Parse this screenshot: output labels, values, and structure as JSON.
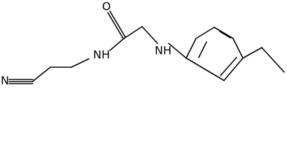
{
  "molecule": {
    "atoms": {
      "nitrile_n": "N",
      "amide_o": "O",
      "amide_nh": "NH",
      "amine_nh": "NH"
    },
    "colors": {
      "bond": "#000000",
      "text": "#000000",
      "background": "#ffffff"
    }
  }
}
